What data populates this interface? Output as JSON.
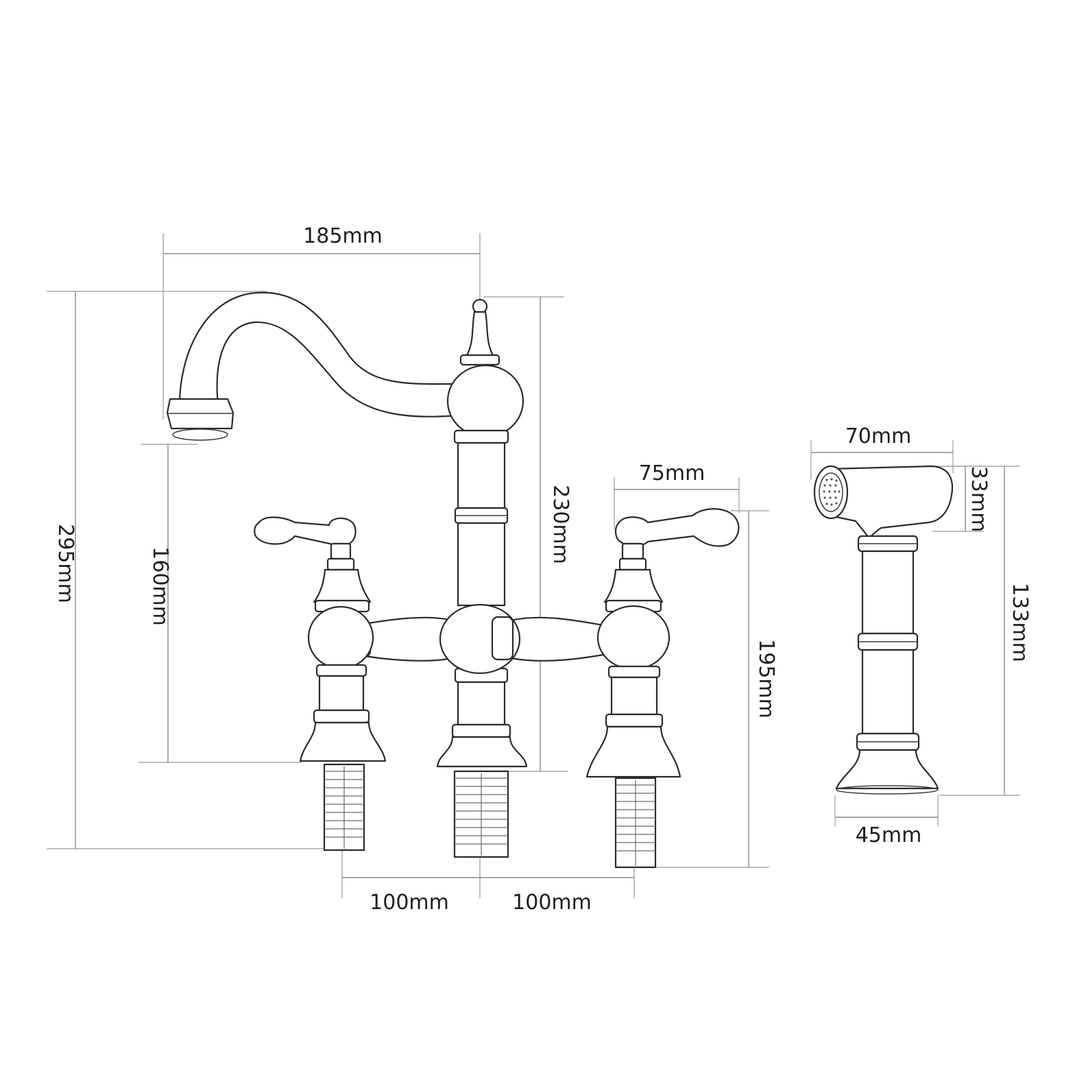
{
  "diagram": {
    "dimensions": {
      "spout_reach": "185mm",
      "total_height": "295mm",
      "spout_height": "160mm",
      "body_height": "230mm",
      "handle_length": "75mm",
      "handle_height": "195mm",
      "spacing_left": "100mm",
      "spacing_right": "100mm",
      "sprayer_length": "70mm",
      "sprayer_head": "33mm",
      "sprayer_height": "133mm",
      "sprayer_base": "45mm"
    },
    "colors": {
      "outline": "#2b2b2b",
      "dimension_line": "#8a8a8a",
      "background": "#ffffff"
    }
  }
}
